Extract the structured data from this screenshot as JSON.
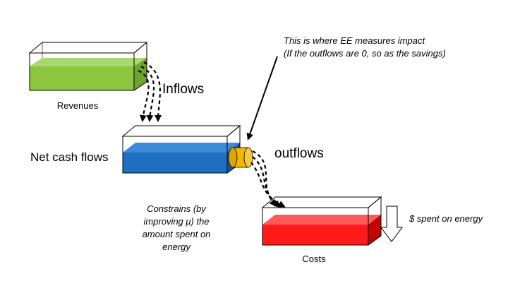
{
  "colors": {
    "revenues": "#8cc63f",
    "net_cash": "#1f6fc0",
    "costs": "#ff1a1a",
    "outlet": "#f5b800",
    "outline": "#000000"
  },
  "tanks": {
    "revenues": {
      "label": "Revenues",
      "fill_level": 0.6
    },
    "net_cash": {
      "label": "Net cash flows",
      "fill_level": 0.55
    },
    "costs": {
      "label": "Costs",
      "fill_level": 0.55
    }
  },
  "flows": {
    "inflows_label": "Inflows",
    "outflows_label": "outflows"
  },
  "annotations": {
    "ee_line1": "This is where EE measures impact",
    "ee_line2": "(If the outflows are 0, so as the savings)",
    "constrains_line1": "Constrains (by",
    "constrains_line2": "improving μ) the",
    "constrains_line3": "amount spent on",
    "constrains_line4": "energy",
    "spent_label": "$ spent on energy"
  },
  "icons": {
    "down_arrow": "down-arrow-icon",
    "pointer_arrow": "arrow-icon"
  }
}
